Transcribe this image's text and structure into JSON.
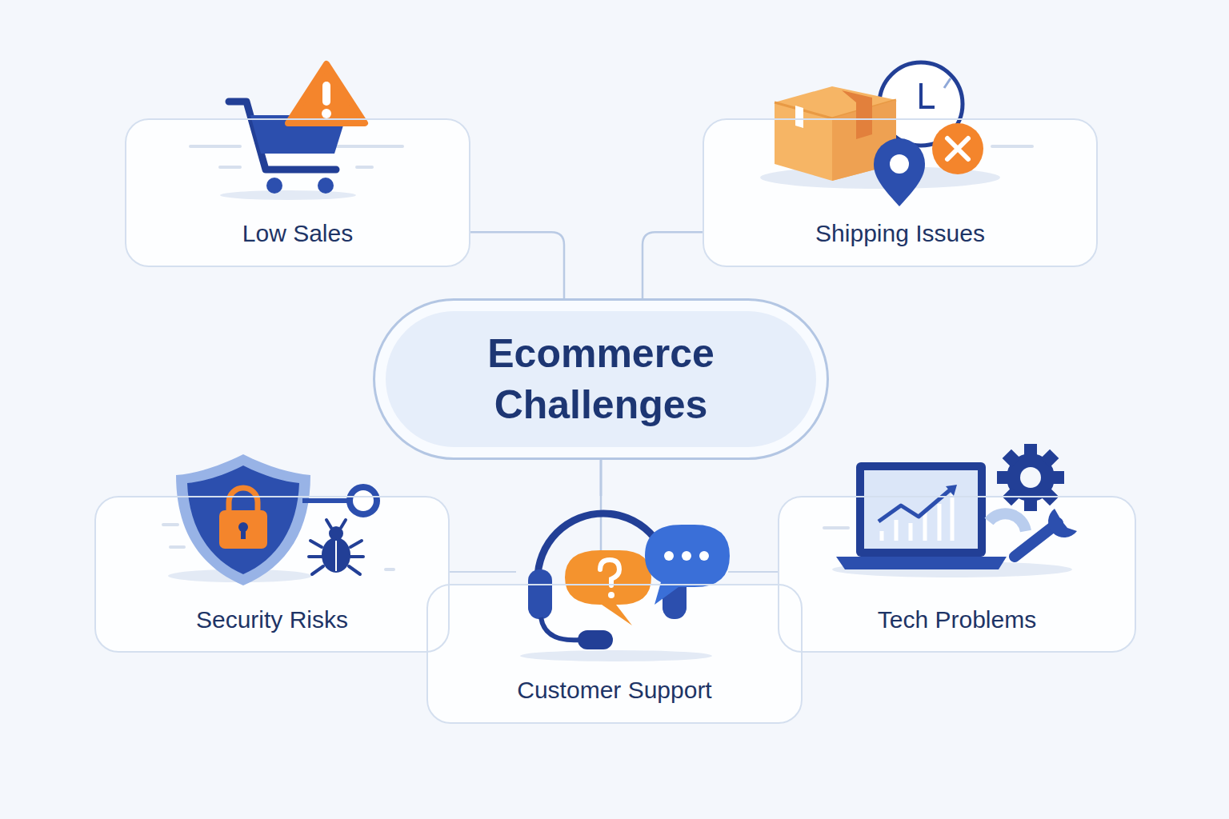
{
  "diagram": {
    "nodes": [
      {
        "text": [
          "Low Sales"
        ]
      },
      {
        "text": [
          "Shipping Issues"
        ]
      },
      {
        "text": [
          "Ecommerce Challenges"
        ]
      },
      {
        "text": [
          "Security Risks"
        ]
      },
      {
        "text": [
          "Customer Support"
        ]
      },
      {
        "text": [
          "Tech Problems"
        ]
      }
    ],
    "edges": [
      {
        "from": 2,
        "to": 0,
        "arrow": "none"
      },
      {
        "from": 2,
        "to": 1,
        "arrow": "none"
      },
      {
        "from": 2,
        "to": 3,
        "arrow": "none"
      },
      {
        "from": 2,
        "to": 4,
        "arrow": "none"
      },
      {
        "from": 2,
        "to": 5,
        "arrow": "none"
      }
    ]
  }
}
